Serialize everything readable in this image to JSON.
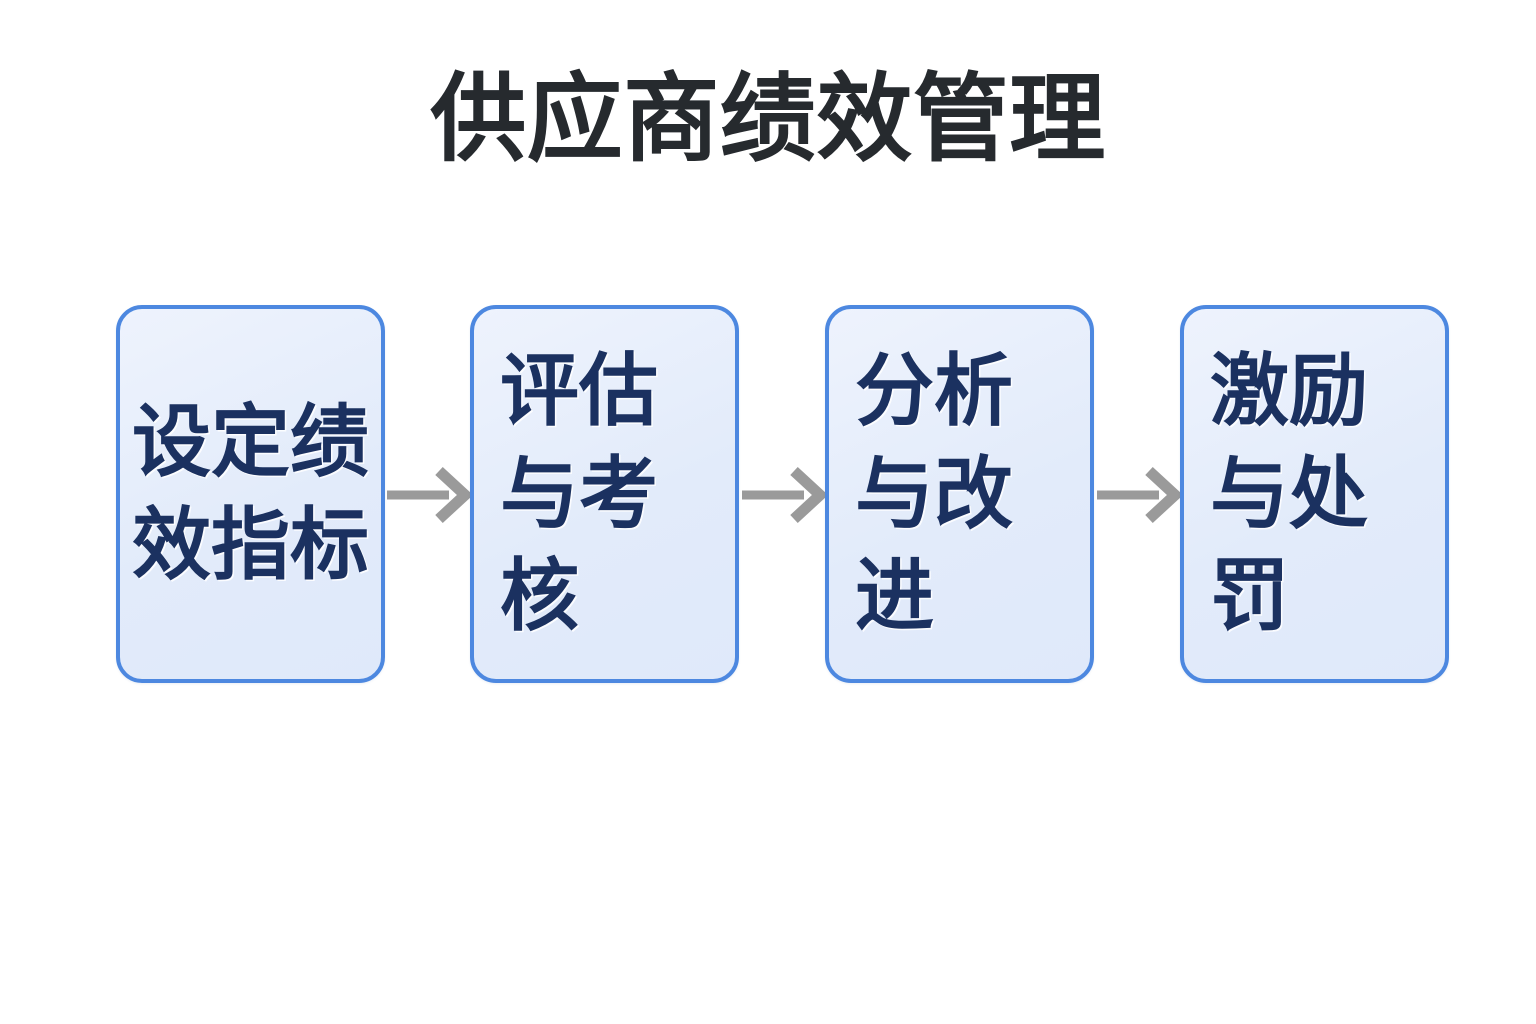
{
  "title": "供应商绩效管理",
  "colors": {
    "background": "#ffffff",
    "title_text": "#262a2e",
    "node_border": "#4d88e0",
    "node_fill": "#e4ecfb",
    "node_text": "#1b3160",
    "arrow": "#9a9a9a"
  },
  "flow": {
    "nodes": [
      {
        "id": "set-kpi",
        "label": "设定绩效指标",
        "lines": [
          "设定",
          "绩效",
          "指标"
        ]
      },
      {
        "id": "evaluate",
        "label": "评估与考核",
        "lines": [
          "评估",
          "与考",
          "核"
        ]
      },
      {
        "id": "analyze-improve",
        "label": "分析与改进",
        "lines": [
          "分析",
          "与改",
          "进"
        ]
      },
      {
        "id": "reward-penalty",
        "label": "激励与处罚",
        "lines": [
          "激励",
          "与处",
          "罚"
        ]
      }
    ],
    "arrows": [
      {
        "id": "arrow-1",
        "from": "set-kpi",
        "to": "evaluate",
        "icon": "arrow-right-icon"
      },
      {
        "id": "arrow-2",
        "from": "evaluate",
        "to": "analyze-improve",
        "icon": "arrow-right-icon"
      },
      {
        "id": "arrow-3",
        "from": "analyze-improve",
        "to": "reward-penalty",
        "icon": "arrow-right-icon"
      }
    ]
  }
}
